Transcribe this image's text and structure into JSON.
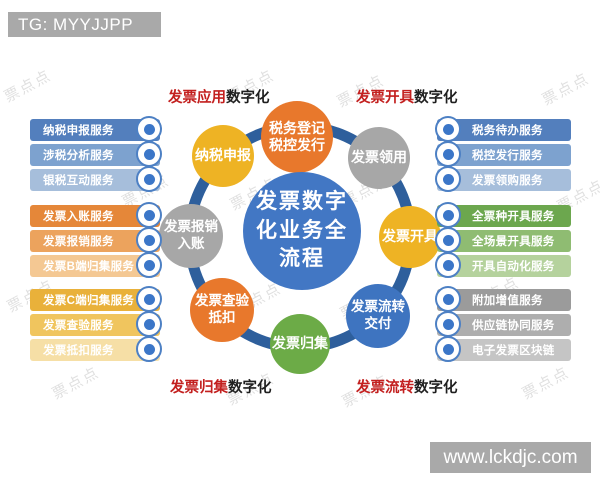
{
  "banners": {
    "top_left": "TG: MYYJJPP",
    "bottom_right": "www.lckdjc.com"
  },
  "watermark_text": "票点点",
  "colors": {
    "banner_bg": "#a9a9a9",
    "ring": "#2e5f9c",
    "center_circle": "#4277c4",
    "highlight_red": "#c3201f",
    "node_orange": "#e8782c",
    "node_gray": "#a7a7a7",
    "node_gold": "#eeb324",
    "node_blue": "#3e74c0",
    "node_green": "#6cab47"
  },
  "center_circle": {
    "label": "发票数字\n化业务全\n流程"
  },
  "ring_nodes": [
    {
      "id": "tax-registration",
      "label": "税务登记\n税控发行",
      "color": "#e8782c"
    },
    {
      "id": "invoice-receiving",
      "label": "发票领用",
      "color": "#a7a7a7"
    },
    {
      "id": "invoice-issuing",
      "label": "发票开具",
      "color": "#eeb324"
    },
    {
      "id": "invoice-transfer-delivery",
      "label": "发票流转\n交付",
      "color": "#3e74c0"
    },
    {
      "id": "invoice-collection",
      "label": "发票归集",
      "color": "#6cab47"
    },
    {
      "id": "invoice-verification-deduction",
      "label": "发票查验\n抵扣",
      "color": "#e8782c"
    },
    {
      "id": "invoice-reimbursement-booking",
      "label": "发票报销\n入账",
      "color": "#a7a7a7"
    },
    {
      "id": "tax-filing",
      "label": "纳税申报",
      "color": "#eeb324"
    }
  ],
  "section_labels": {
    "top_left": {
      "highlight": "发票应用",
      "rest": "数字化"
    },
    "top_right": {
      "highlight": "发票开具",
      "rest": "数字化"
    },
    "bottom_left": {
      "highlight": "发票归集",
      "rest": "数字化"
    },
    "bottom_right": {
      "highlight": "发票流转",
      "rest": "数字化"
    }
  },
  "left_pill_groups": [
    {
      "theme": "blue",
      "items": [
        "纳税申报服务",
        "涉税分析服务",
        "银税互动服务"
      ]
    },
    {
      "theme": "orange",
      "items": [
        "发票入账服务",
        "发票报销服务",
        "发票B端归集服务"
      ]
    },
    {
      "theme": "gold",
      "items": [
        "发票C端归集服务",
        "发票查验服务",
        "发票抵扣服务"
      ]
    }
  ],
  "right_pill_groups": [
    {
      "theme": "blue",
      "items": [
        "税务待办服务",
        "税控发行服务",
        "发票领购服务"
      ]
    },
    {
      "theme": "green",
      "items": [
        "全票种开具服务",
        "全场景开具服务",
        "开具自动化服务"
      ]
    },
    {
      "theme": "gray",
      "items": [
        "附加增值服务",
        "供应链协同服务",
        "电子发票区块链"
      ]
    }
  ]
}
